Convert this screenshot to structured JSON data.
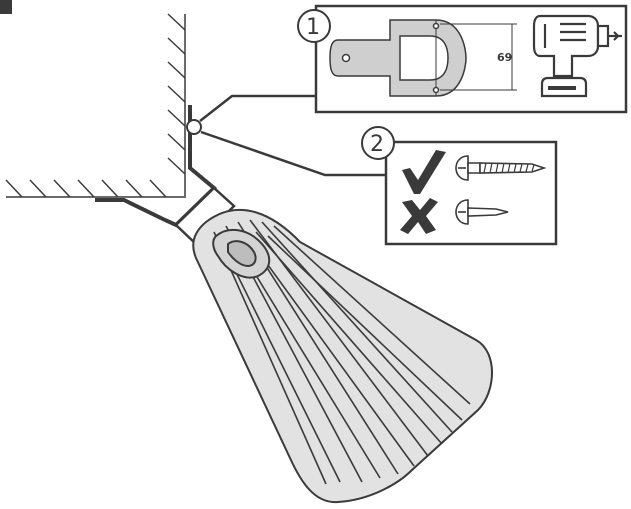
{
  "steps": [
    {
      "number": "1",
      "dimension": "69",
      "tool": "drill-icon"
    },
    {
      "number": "2",
      "correct": "wood-screw-icon",
      "incorrect": "nail-screw-icon"
    }
  ],
  "colors": {
    "line": "#3a3a3a",
    "bracket_fill": "#cfcfcf",
    "lamp_fill": "#e2e2e2",
    "check": "#3a3a3a"
  }
}
